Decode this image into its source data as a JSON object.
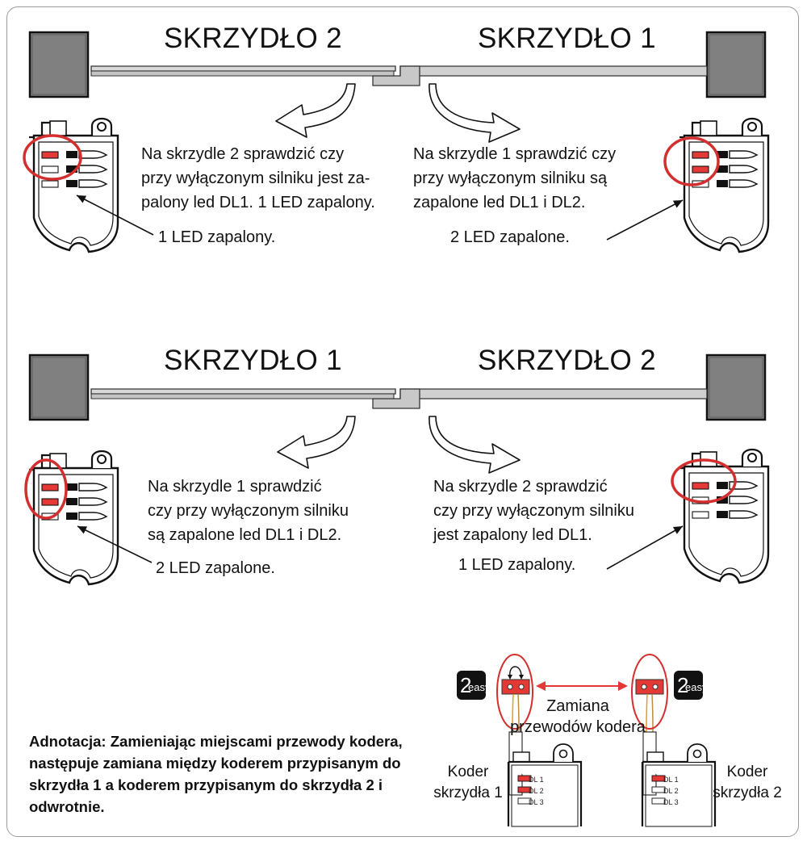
{
  "colors": {
    "led_on": "#e53935",
    "highlight": "#d32f2f",
    "motor": "#808080",
    "arm": "#cfcfcf",
    "outline": "#111111",
    "swap_arrow": "#e53935"
  },
  "top": {
    "left_wing": "SKRZYDŁO 2",
    "right_wing": "SKRZYDŁO 1",
    "left_instruction": "Na skrzydle 2 sprawdzić czy\nprzy wyłączonym silniku jest za-\npalony led DL1. 1 LED zapalony.",
    "right_instruction": "Na skrzydle 1 sprawdzić czy\nprzy wyłączonym silniku są\nzapalone led DL1 i DL2.",
    "left_led_label": "1 LED zapalony.",
    "right_led_label": "2 LED zapalone.",
    "left_leds_on": 1,
    "right_leds_on": 2
  },
  "bottom": {
    "left_wing": "SKRZYDŁO 1",
    "right_wing": "SKRZYDŁO 2",
    "left_instruction": "Na skrzydle 1 sprawdzić\nczy przy wyłączonym silniku\nsą zapalone led DL1 i DL2.",
    "right_instruction": "Na skrzydle 2 sprawdzić\nczy przy wyłączonym silniku\njest zapalony led DL1.",
    "left_led_label": "2 LED zapalone.",
    "right_led_label": "1 LED zapalony.",
    "left_leds_on": 2,
    "right_leds_on": 1
  },
  "swap": {
    "badge_big": "2",
    "badge_small": "easy",
    "label": "Zamiana\nprzewodów kodera",
    "left_coder": "Koder\nskrzydła 1",
    "right_coder": "Koder\nskrzydła 2",
    "dl_labels": [
      "DL 1",
      "DL 2",
      "DL 3"
    ],
    "left_coder_leds_on": 2,
    "right_coder_leds_on": 1
  },
  "note": "Adnotacja: Zamieniając miejscami przewody kodera, następuje zamiana między koderem przypisanym do skrzydła 1 a koderem przypisanym do skrzydła 2 i odwrotnie."
}
